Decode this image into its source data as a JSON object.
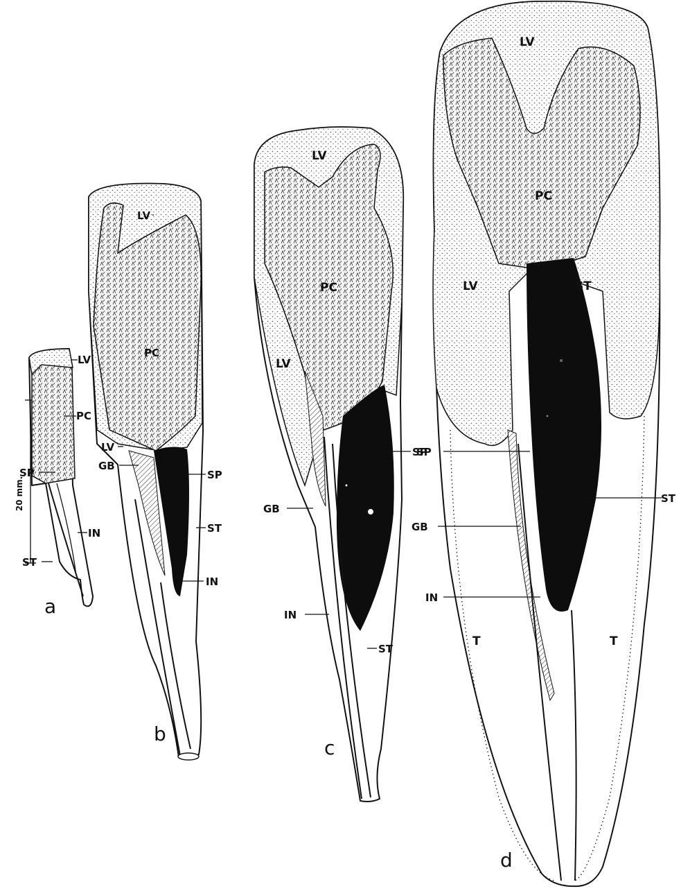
{
  "figure": {
    "scale_bar_label": "20 mm.",
    "panels": [
      {
        "letter": "a",
        "labels": [
          "LV",
          "PC",
          "SP",
          "IN",
          "ST"
        ]
      },
      {
        "letter": "b",
        "labels": [
          "LV",
          "PC",
          "LV",
          "GB",
          "SP",
          "ST",
          "IN"
        ]
      },
      {
        "letter": "c",
        "labels": [
          "LV",
          "PC",
          "LV",
          "SP",
          "GB",
          "IN",
          "ST"
        ]
      },
      {
        "letter": "d",
        "labels": [
          "LV",
          "PC",
          "LV",
          "ST",
          "SP",
          "ST",
          "GB",
          "IN",
          "T",
          "T"
        ]
      }
    ]
  },
  "colors": {
    "ink": "#111111",
    "paper": "#ffffff",
    "stipple": "#777777",
    "hepatic": "#8a8a8a"
  }
}
